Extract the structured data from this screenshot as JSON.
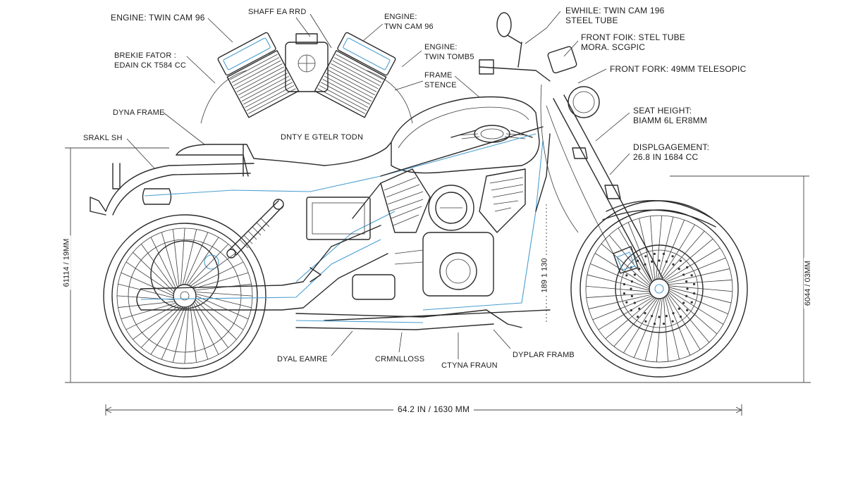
{
  "labels": {
    "engine_twin_cam_96": "ENGINE: TWIN CAM 96",
    "shaft_ear_rd": "SHAFF EA RRD",
    "engine_twn_cam": "ENGINE:\nTWN CAM 96",
    "ewhile_twin_cam": "EWHILE: TWIN CAM 196\nSTEEL TUBE",
    "front_fork_steel": "FRONT FOIK: STEL TUBE\nMORA. SCGPIC",
    "front_fork_49": "FRONT FORK: 49MM TELESOPIC",
    "engine_twin_tcm": "ENGINE:\nTWIN TOMB5",
    "frame_stence": "FRAME\nSTENCE",
    "brekie_fator": "BREKIE FATOR :\nEDAIN CK T584 CC",
    "dyna_frame": "DYNA FRAME",
    "srakl_sh": "SRAKL SH",
    "dnty_e_gtelr": "DNTY E GTELR TODN",
    "seat_height": "SEAT HEIGHT:\nBIAMM 6L ER8MM",
    "displacement": "DISPLGAGEMENT:\n26.8 IN 1684 CC",
    "dyal_eame": "DYAL EAMRE",
    "crmnlloss": "CRMNLLOSS",
    "ctyna_fram": "CTYNA FRAUN",
    "dyplar_framb": "DYPLAR FRAMB",
    "wheelbase": "64.2 IN / 1630 MM",
    "left_height": "61114 / 19MM",
    "right_height": "6044 / 03MM",
    "mid_height": "189 1 130"
  },
  "colors": {
    "ink": "#2a2a2a",
    "accent": "#4a9fd0",
    "background": "#ffffff"
  }
}
